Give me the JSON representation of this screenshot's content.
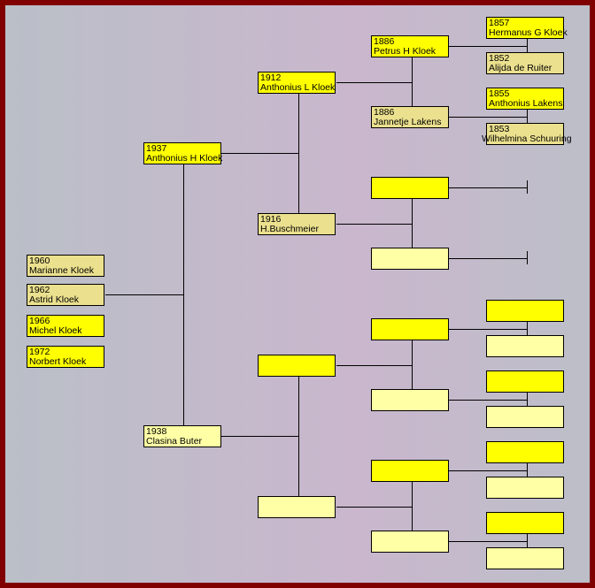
{
  "children": [
    {
      "year": "1960",
      "name": "Marianne Kloek"
    },
    {
      "year": "1962",
      "name": "Astrid Kloek"
    },
    {
      "year": "1966",
      "name": "Michel Kloek"
    },
    {
      "year": "1972",
      "name": "Norbert Kloek"
    }
  ],
  "parents": [
    {
      "year": "1937",
      "name": "Anthonius H Kloek"
    },
    {
      "year": "1938",
      "name": "Clasina Buter"
    }
  ],
  "grandparents": [
    {
      "year": "1912",
      "name": "Anthonius L Kloek"
    },
    {
      "year": "1916",
      "name": "H.Buschmeier"
    }
  ],
  "great_grandparents": [
    {
      "year": "1886",
      "name": "Petrus H Kloek"
    },
    {
      "year": "1886",
      "name": "Jannetje Lakens"
    }
  ],
  "great_great_grandparents": [
    {
      "year": "1857",
      "name": "Hermanus G Kloek"
    },
    {
      "year": "1852",
      "name": "Alijda de Ruiter"
    },
    {
      "year": "1855",
      "name": "Anthonius Lakens"
    },
    {
      "year": "1853",
      "name": "Wilhelmina Schuuring"
    }
  ]
}
